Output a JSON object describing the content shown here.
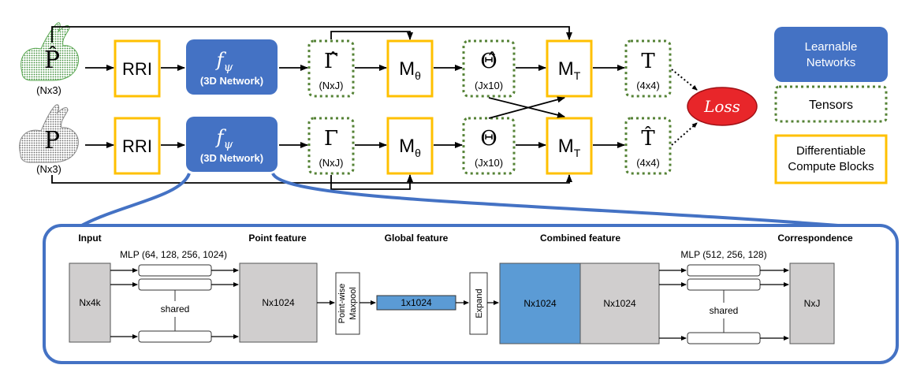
{
  "top_row": {
    "input_symbol": "P̂",
    "input_shape": "(Nx3)",
    "rri": "RRI",
    "network_symbol": "f",
    "network_subscript": "ψ",
    "network_label": "(3D Network)",
    "gamma_symbol": "Γ̂",
    "gamma_shape": "(NxJ)",
    "m_theta_main": "M",
    "m_theta_sub": "θ",
    "theta_symbol": "Θ̂",
    "theta_shape": "(Jx10)",
    "m_t_main": "M",
    "m_t_sub": "T",
    "t_symbol": "T",
    "t_shape": "(4x4)"
  },
  "bottom_row": {
    "input_symbol": "P",
    "input_shape": "(Nx3)",
    "rri": "RRI",
    "network_symbol": "f",
    "network_subscript": "ψ",
    "network_label": "(3D Network)",
    "gamma_symbol": "Γ",
    "gamma_shape": "(NxJ)",
    "m_theta_main": "M",
    "m_theta_sub": "θ",
    "theta_symbol": "Θ",
    "theta_shape": "(Jx10)",
    "m_t_main": "M",
    "m_t_sub": "T",
    "t_symbol": "T̂",
    "t_shape": "(4x4)"
  },
  "loss_label": "Loss",
  "legend": {
    "learnable": [
      "Learnable",
      "Networks"
    ],
    "tensors": "Tensors",
    "compute": [
      "Differentiable",
      "Compute Blocks"
    ]
  },
  "detail": {
    "input_heading": "Input",
    "mlp1_label": "MLP (64, 128, 256, 1024)",
    "input_box": "Nx4k",
    "shared1": "shared",
    "point_feature_heading": "Point feature",
    "point_feature_box": "Nx1024",
    "maxpool_label": [
      "Point-wise",
      "Maxpool"
    ],
    "global_feature_heading": "Global feature",
    "global_box": "1x1024",
    "expand_label": "Expand",
    "combined_heading": "Combined feature",
    "combined_left": "Nx1024",
    "combined_right": "Nx1024",
    "mlp2_label": "MLP (512, 256, 128)",
    "shared2": "shared",
    "correspondence_heading": "Correspondence",
    "output_box": "NxJ"
  },
  "colors": {
    "blue": "#4472C4",
    "light_blue": "#5B9BD5",
    "yellow": "#FFC000",
    "green": "#548235",
    "gray": "#D0CECE",
    "loss_red": "#E8262A"
  }
}
